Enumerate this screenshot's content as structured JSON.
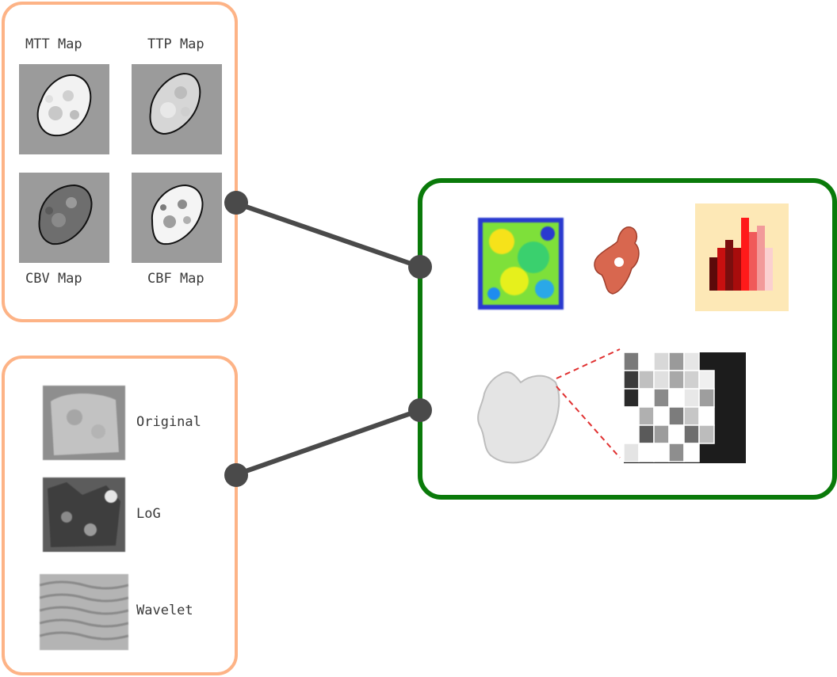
{
  "perfusion_panel": {
    "maps": [
      {
        "label": "MTT Map"
      },
      {
        "label": "TTP Map"
      },
      {
        "label": "CBV Map"
      },
      {
        "label": "CBF Map"
      }
    ]
  },
  "filter_panel": {
    "images": [
      {
        "label": "Original"
      },
      {
        "label": "LoG"
      },
      {
        "label": "Wavelet"
      }
    ]
  },
  "colors": {
    "input_border": "#fdb386",
    "feature_border": "#0a7a0a",
    "connector": "#4a4a4a"
  }
}
